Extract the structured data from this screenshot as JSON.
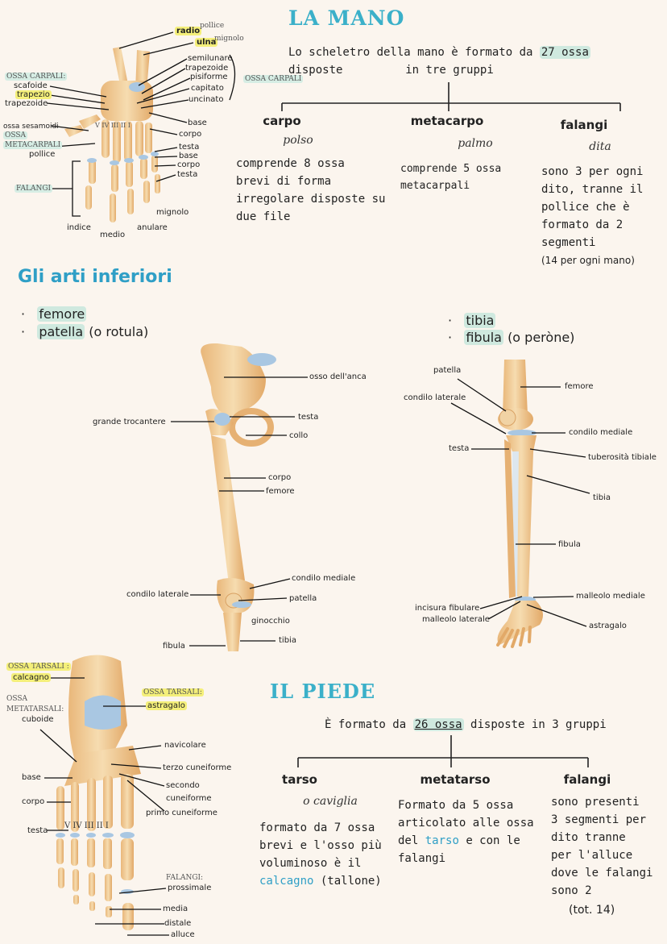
{
  "hand": {
    "title": "LA MANO",
    "intro_pre": "Lo scheletro della mano è formato da",
    "intro_hl": "27 ossa",
    "intro_post": "disposte",
    "intro_line2": "in tre gruppi",
    "groups": [
      {
        "name": "carpo",
        "alt": "polso",
        "desc": [
          "comprende 8 ossa",
          "brevi di forma",
          "irregolare disposte su",
          "due file"
        ]
      },
      {
        "name": "metacarpo",
        "alt": "palmo",
        "desc": [
          "comprende 5 ossa",
          "metacarpali"
        ]
      },
      {
        "name": "falangi",
        "alt": "dita",
        "desc": [
          "sono 3 per ogni",
          "dito, tranne il",
          "pollice che è",
          "formato da 2",
          "segmenti"
        ],
        "note": "(14 per ogni mano)"
      }
    ],
    "labels": {
      "radio": "radio",
      "pollice_small": "pollice",
      "ulna": "ulna",
      "mignolo_small": "mignolo",
      "semilunare": "semilunare",
      "trapezoide_r": "trapezoide",
      "pisiforme": "pisiforme",
      "capitato": "capitato",
      "uncinato": "uncinato",
      "ossa_carpali_r": "OSSA CARPALI",
      "ossa_carpali_l": "OSSA CARPALI:",
      "scafoide": "scafoide",
      "trapezio": "trapezio",
      "trapezoide_l": "trapezoide",
      "sesamoidi": "ossa sesamoidi",
      "ossa": "OSSA",
      "metacarpali": "METACARPALI",
      "pollice": "pollice",
      "base": "base",
      "corpo": "corpo",
      "testa": "testa",
      "base2": "base",
      "corpo2": "corpo",
      "testa2": "testa",
      "falangi": "FALANGI",
      "indice": "indice",
      "medio": "medio",
      "anulare": "anulare",
      "mignolo": "mignolo",
      "roman": "V IV III II I"
    }
  },
  "legs": {
    "title": "Gli arti inferiori",
    "left_bullets": [
      {
        "hl": "femore",
        "rest": ""
      },
      {
        "hl": "patella",
        "rest": "(o rotula)"
      }
    ],
    "right_bullets": [
      {
        "hl": "tibia",
        "rest": ""
      },
      {
        "hl": "fibula",
        "rest": "(o peròne)"
      }
    ],
    "femur_labels": {
      "anca": "osso dell'anca",
      "trocantere": "grande trocantere",
      "testa": "testa",
      "collo": "collo",
      "corpo": "corpo",
      "femore": "femore",
      "condilo_mediale": "condilo mediale",
      "condilo_laterale": "condilo laterale",
      "patella": "patella",
      "ginocchio": "ginocchio",
      "fibula": "fibula",
      "tibia": "tibia"
    },
    "tibia_labels": {
      "patella": "patella",
      "femore": "femore",
      "condilo_laterale": "condilo laterale",
      "condilo_mediale": "condilo mediale",
      "testa": "testa",
      "tuberosita": "tuberosità tibiale",
      "tibia": "tibia",
      "fibula": "fibula",
      "incisura": "incisura fibulare",
      "malleolo_laterale": "malleolo laterale",
      "malleolo_mediale": "malleolo mediale",
      "astragalo": "astragalo"
    }
  },
  "foot": {
    "title": "IL PIEDE",
    "intro_pre": "È formato da",
    "intro_hl": "26 ossa",
    "intro_post": "disposte in 3 gruppi",
    "groups": [
      {
        "name": "tarso",
        "alt": "o caviglia",
        "desc_lines": [
          "formato da 7 ossa",
          "brevi e l'osso più",
          "voluminoso è il"
        ],
        "desc_blue": "calcagno",
        "desc_tail": "(tallone)"
      },
      {
        "name": "metatarso",
        "desc_a": [
          "Formato da 5 ossa",
          "articolato alle ossa"
        ],
        "desc_pre": "del",
        "desc_blue": "tarso",
        "desc_post": "e con le",
        "desc_last": "falangi"
      },
      {
        "name": "falangi",
        "desc": [
          "sono presenti",
          "3 segmenti per",
          "dito tranne",
          "per l'alluce",
          "dove le falangi",
          "sono 2"
        ],
        "note": "(tot. 14)"
      }
    ],
    "labels": {
      "ossa_tarsali": "OSSA TARSALI :",
      "calcagno": "calcagno",
      "ossa_tarsali2": "OSSA TARSALI:",
      "astragalo": "astragalo",
      "ossa": "OSSA",
      "metatarsali": "METATARSALI:",
      "cuboide": "cuboide",
      "navicolare": "navicolare",
      "terzo": "terzo cuneiforme",
      "secondo": "secondo",
      "cuneiforme": "cuneiforme",
      "primo": "primo cuneiforme",
      "base": "base",
      "corpo": "corpo",
      "testa": "testa",
      "roman": "V IV III II I",
      "falangi": "FALANGI:",
      "prossimale": "prossimale",
      "media": "media",
      "distale": "distale",
      "alluce": "alluce"
    }
  }
}
